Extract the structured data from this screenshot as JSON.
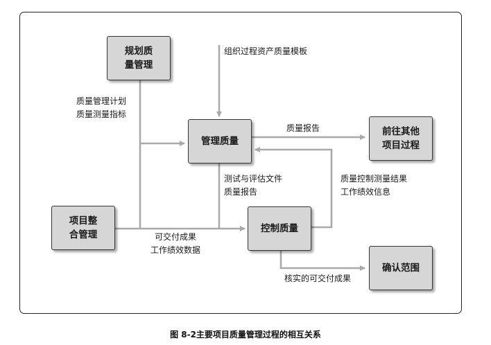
{
  "diagram": {
    "nodes": {
      "plan_quality": "规划质\n量管理",
      "manage_quality": "管理质量",
      "control_quality": "控制质量",
      "integration": "项目整\n合管理",
      "other_process": "前往其他\n项目过程",
      "validate_scope": "确认范围"
    },
    "labels": {
      "opa": "组织过程资产质量模板",
      "plan_outputs": "质量管理计划\n质量测量指标",
      "quality_reports": "质量报告",
      "test_docs": "测试与评估文件\n质量报告",
      "control_results": "质量控制测量结果\n工作绩效信息",
      "deliverables": "可交付成果\n工作绩效数据",
      "verified": "核实的可交付成果"
    }
  },
  "caption": "图 8-2主要项目质量管理过程的相互关系"
}
